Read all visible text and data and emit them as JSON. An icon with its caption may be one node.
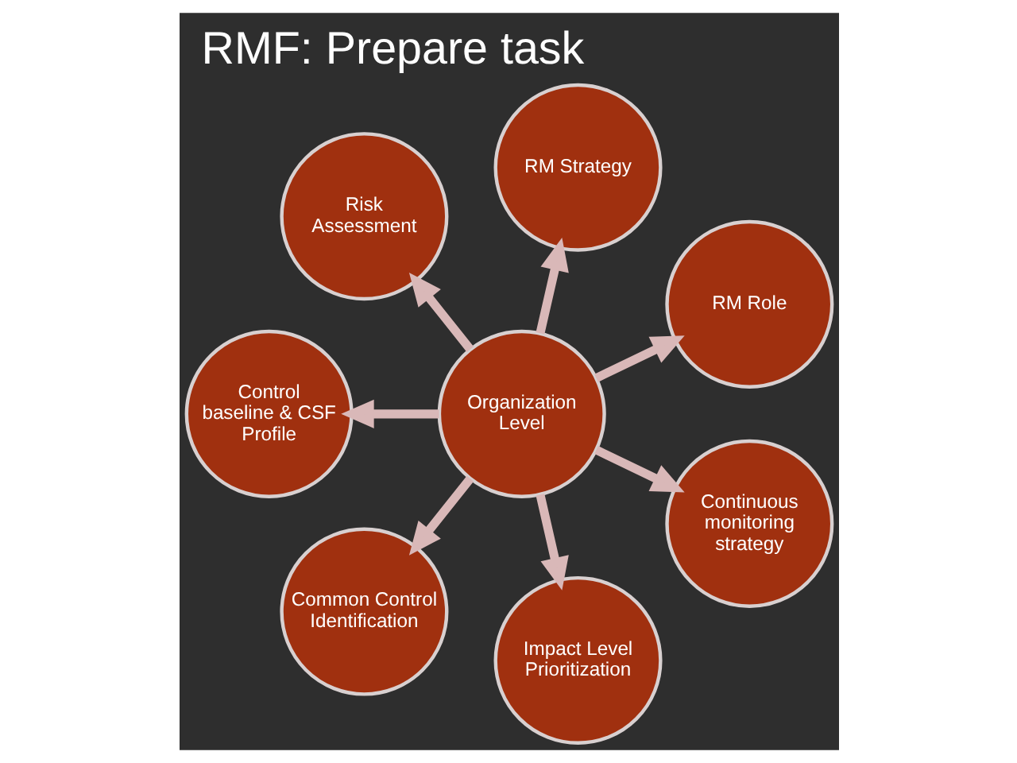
{
  "diagram": {
    "title": "RMF: Prepare task",
    "nodes": [
      {
        "text": [
          "Organization Level"
        ]
      },
      {
        "text": [
          "RM Role"
        ]
      },
      {
        "text": [
          "RM Strategy"
        ]
      },
      {
        "text": [
          "Risk Assessment"
        ]
      },
      {
        "text": [
          "Control baseline & CSF Profile"
        ]
      },
      {
        "text": [
          "Common Control Identification"
        ]
      },
      {
        "text": [
          "Impact Level Prioritization"
        ]
      },
      {
        "text": [
          "Continuous monitoring strategy"
        ]
      }
    ],
    "edges": [
      {
        "from": 0,
        "to": 1,
        "arrow": "to"
      },
      {
        "from": 0,
        "to": 2,
        "arrow": "to"
      },
      {
        "from": 0,
        "to": 3,
        "arrow": "to"
      },
      {
        "from": 0,
        "to": 4,
        "arrow": "to"
      },
      {
        "from": 0,
        "to": 5,
        "arrow": "to"
      },
      {
        "from": 0,
        "to": 6,
        "arrow": "to"
      },
      {
        "from": 0,
        "to": 7,
        "arrow": "to"
      }
    ]
  }
}
